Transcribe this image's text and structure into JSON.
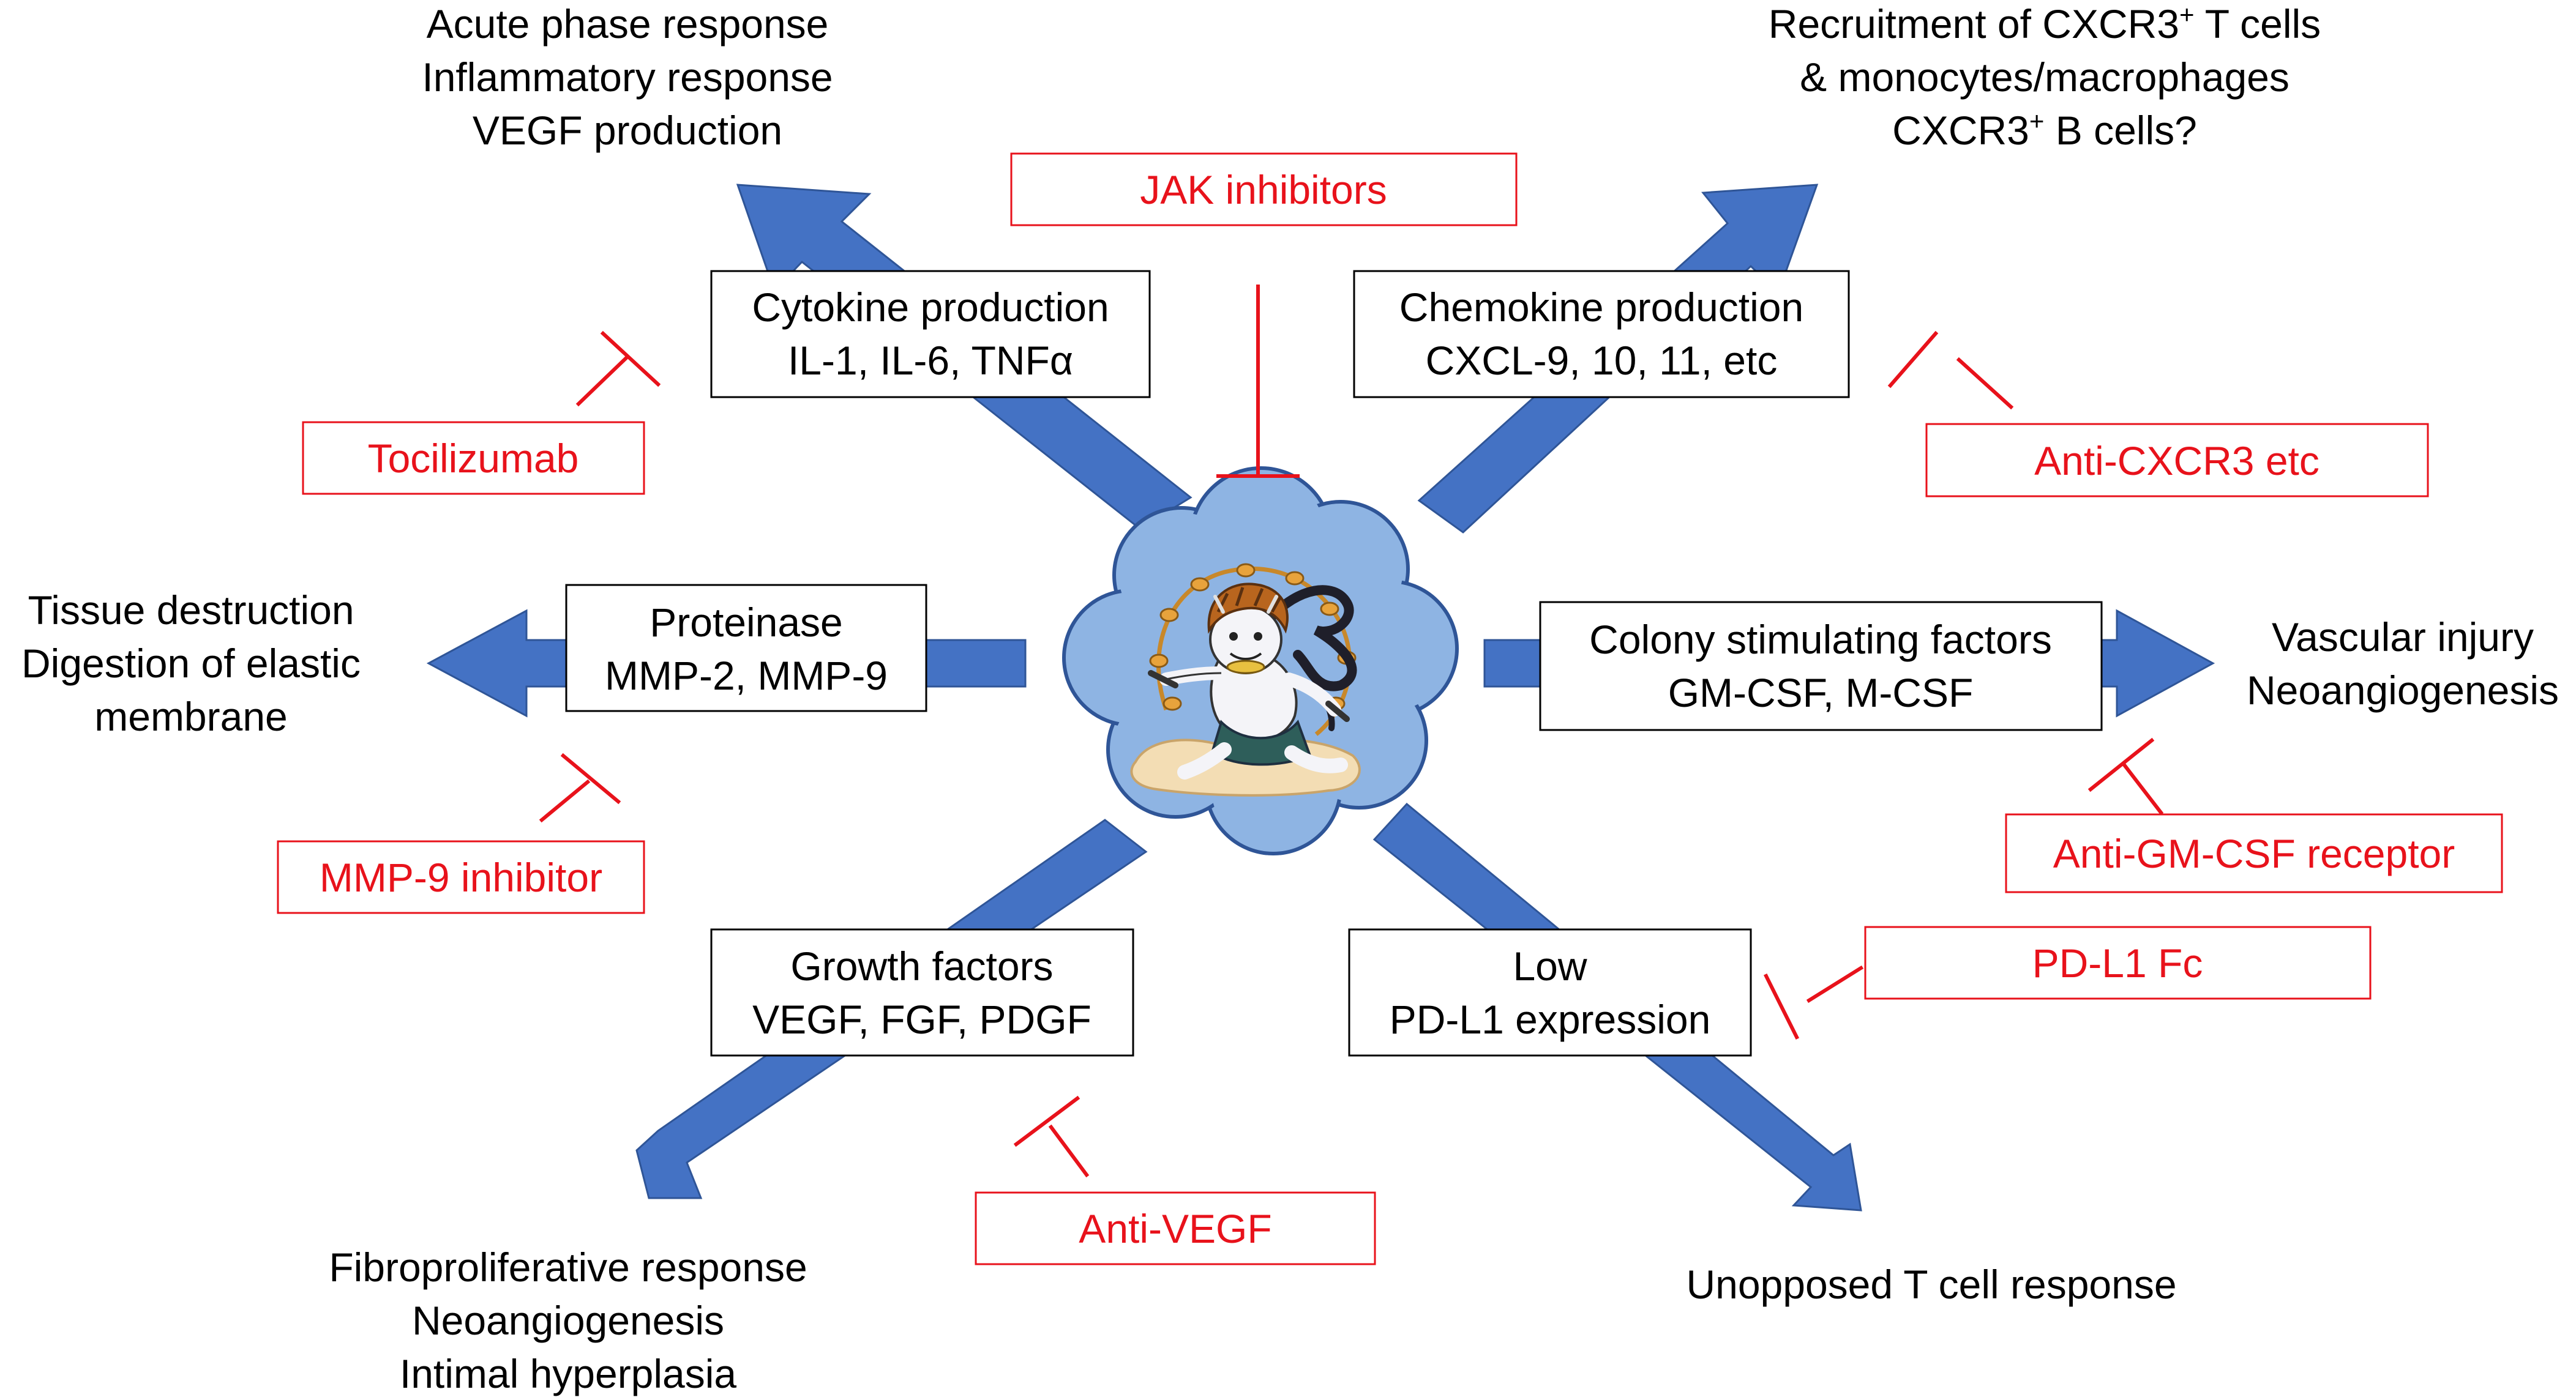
{
  "center": {
    "image": "thunder-god-on-cloud"
  },
  "mediators": {
    "cytokine": {
      "line1": "Cytokine production",
      "line2": "IL-1, IL-6, TNFα"
    },
    "chemokine": {
      "line1": "Chemokine production",
      "line2": "CXCL-9, 10, 11, etc"
    },
    "proteinase": {
      "line1": "Proteinase",
      "line2": "MMP-2, MMP-9"
    },
    "csf": {
      "line1": "Colony stimulating factors",
      "line2": "GM-CSF, M-CSF"
    },
    "growth": {
      "line1": "Growth factors",
      "line2": "VEGF, FGF, PDGF"
    },
    "pdl1": {
      "line1": "Low",
      "line2": "PD-L1 expression"
    }
  },
  "outcomes": {
    "top_left": [
      "Acute phase response",
      "Inflammatory response",
      "VEGF production"
    ],
    "top_right": [
      "Recruitment of CXCR3",
      "+",
      " T cells",
      "& monocytes/macrophages",
      "CXCR3",
      "+",
      " B cells?"
    ],
    "left": [
      "Tissue destruction",
      "Digestion of elastic",
      "membrane"
    ],
    "right": [
      "Vascular injury",
      "Neoangiogenesis"
    ],
    "bottom_left": [
      "Fibroproliferative response",
      "Neoangiogenesis",
      "Intimal hyperplasia"
    ],
    "bottom_right": [
      "Unopposed T cell response"
    ]
  },
  "inhibitors": {
    "jak": "JAK inhibitors",
    "tocilizumab": "Tocilizumab",
    "anti_cxcr3": "Anti-CXCR3 etc",
    "mmp9": "MMP-9 inhibitor",
    "anti_gmcsf": "Anti-GM-CSF receptor",
    "pdl1fc": "PD-L1 Fc",
    "anti_vegf": "Anti-VEGF"
  },
  "colors": {
    "arrow": "#4472C4",
    "arrow_stroke": "#2F5597",
    "inhibitor": "#E8121B",
    "text": "#000000",
    "cloud": "#8EB4E3",
    "cloud_stroke": "#2F5597"
  }
}
